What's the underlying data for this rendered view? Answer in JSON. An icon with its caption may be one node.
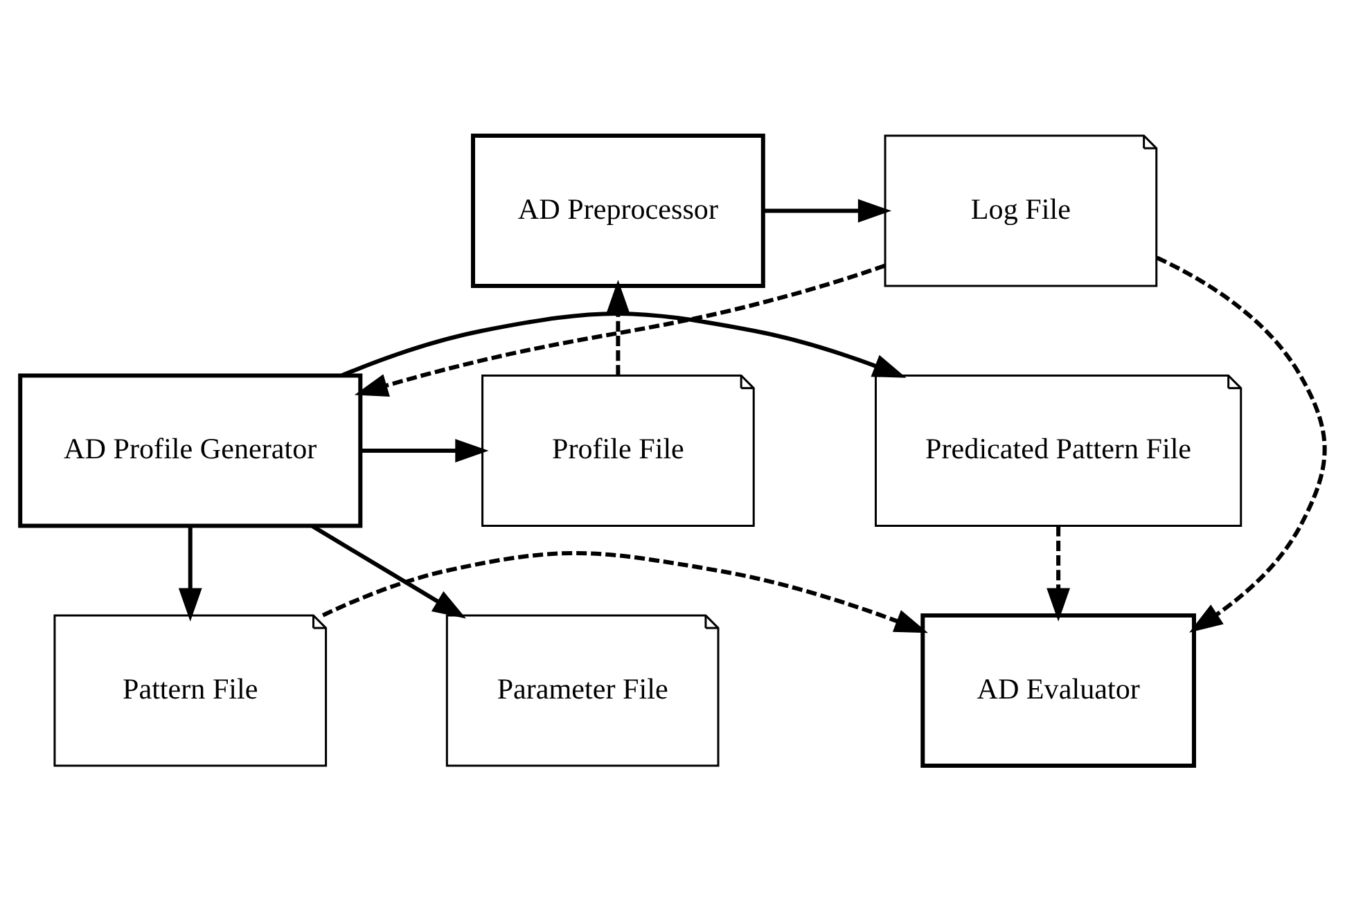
{
  "diagram": {
    "nodes": [
      {
        "text": [
          "Log File"
        ]
      },
      {
        "text": [
          "AD Preprocessor"
        ]
      },
      {
        "text": [
          "Predicated Pattern File"
        ]
      },
      {
        "text": [
          "AD Profile Generator"
        ]
      },
      {
        "text": [
          "Profile File"
        ]
      },
      {
        "text": [
          "Parameter File"
        ]
      },
      {
        "text": [
          "AD Evaluator"
        ]
      },
      {
        "text": [
          "Pattern File"
        ]
      }
    ],
    "edges": [
      {
        "from": 1,
        "to": 0,
        "arrow": "to"
      },
      {
        "from": 0,
        "to": 3,
        "arrow": "to",
        "style": "dashed"
      },
      {
        "from": 3,
        "to": 2,
        "arrow": "to"
      },
      {
        "from": 3,
        "to": 4,
        "arrow": "to"
      },
      {
        "from": 4,
        "to": 1,
        "arrow": "to",
        "style": "dashed"
      },
      {
        "from": 3,
        "to": 5,
        "arrow": "to"
      },
      {
        "from": 3,
        "to": 7,
        "arrow": "to"
      },
      {
        "from": 0,
        "to": 6,
        "arrow": "to",
        "style": "dashed"
      },
      {
        "from": 2,
        "to": 6,
        "arrow": "to",
        "style": "dashed"
      },
      {
        "from": 7,
        "to": 6,
        "arrow": "to",
        "style": "dashed"
      }
    ]
  }
}
